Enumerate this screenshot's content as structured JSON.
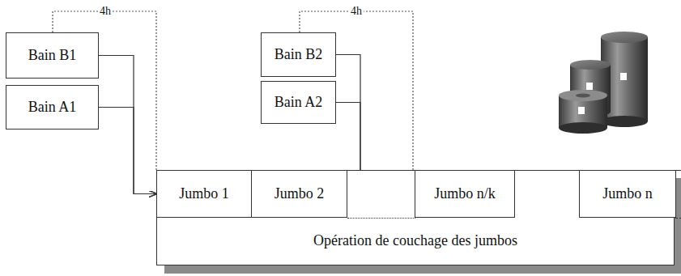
{
  "diagram": {
    "nodes": [
      {
        "text": [
          "Bain B1"
        ]
      },
      {
        "text": [
          "Bain A1"
        ]
      },
      {
        "text": [
          "Bain B2"
        ]
      },
      {
        "text": [
          "Bain A2"
        ]
      },
      {
        "text": [
          "Opération de couchage des jumbos"
        ]
      },
      {
        "text": [
          "Jumbo 1"
        ],
        "in": 4
      },
      {
        "text": [
          "Jumbo 2"
        ],
        "in": 4
      },
      {
        "text": [
          "Jumbo n/k"
        ],
        "in": 4
      },
      {
        "text": [
          "Jumbo n"
        ],
        "in": 4
      }
    ],
    "edges": [
      {
        "from": 0,
        "to": 5,
        "arrow": "to"
      },
      {
        "from": 1,
        "to": 5,
        "arrow": "to"
      },
      {
        "from": 2,
        "to": 7,
        "arrow": "to"
      },
      {
        "from": 3,
        "to": 7,
        "arrow": "to"
      }
    ],
    "labels": [
      "4h",
      "4h"
    ]
  }
}
